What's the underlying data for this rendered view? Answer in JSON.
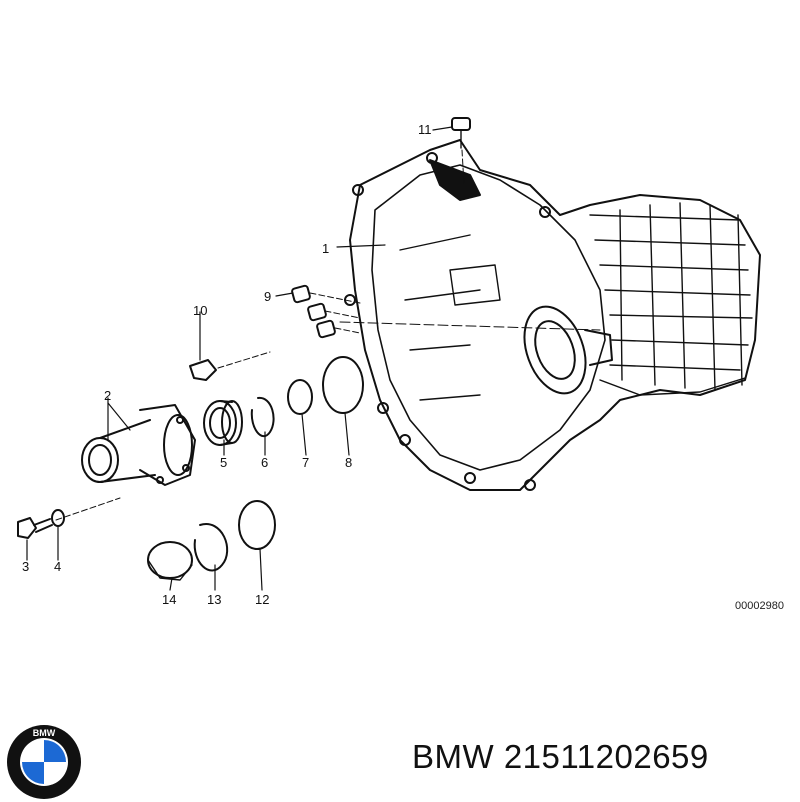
{
  "diagram": {
    "callouts": [
      "1",
      "2",
      "3",
      "4",
      "5",
      "6",
      "7",
      "8",
      "9",
      "10",
      "11",
      "12",
      "13",
      "14"
    ],
    "reference_code": "00002980"
  },
  "logo": {
    "brand_letters": "BMW",
    "colors": {
      "blue": "#1c69d4",
      "white": "#ffffff",
      "ring": "#111111"
    }
  },
  "part": {
    "title": "BMW 21511202659"
  }
}
